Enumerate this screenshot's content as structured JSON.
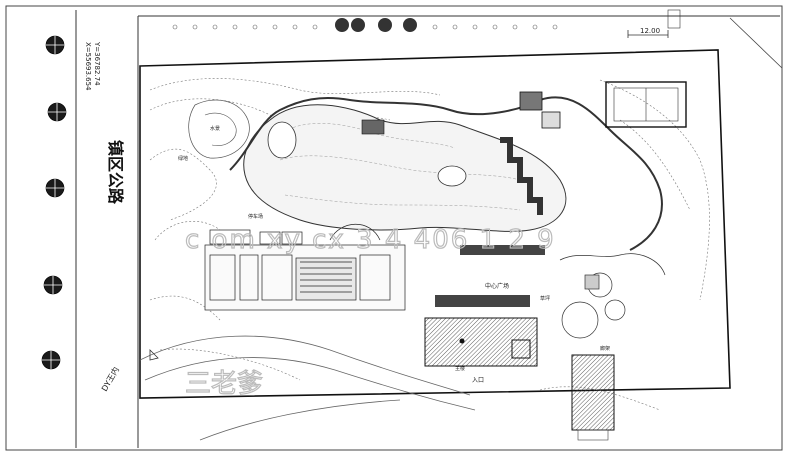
{
  "road": {
    "name": "镇区公路"
  },
  "coordinates": {
    "x": "X=55693.654",
    "y": "Y=36782.74"
  },
  "scale_label": "12.00",
  "corner_label": "DY王内",
  "watermark": {
    "text": "c om xy cx 3 4 406 1 2 9",
    "brand": "三老爹"
  },
  "plaza_labels": {
    "main": "中心广场",
    "lower": "入口"
  },
  "small_labels": {
    "a": "绿地",
    "b": "停车场",
    "c": "水景",
    "d": "草坪",
    "e": "主楼",
    "f": "廊架"
  }
}
